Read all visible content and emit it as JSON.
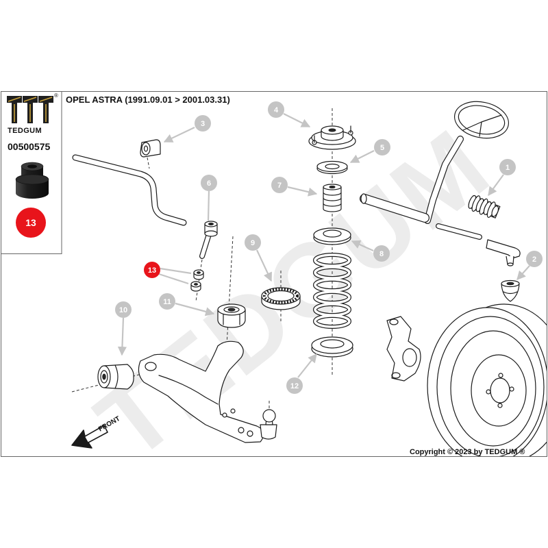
{
  "logo": {
    "wordmark": "TEDGUM",
    "registered": "®"
  },
  "product": {
    "part_number": "00500575",
    "callout": "13"
  },
  "title": "OPEL ASTRA (1991.09.01 > 2001.03.31)",
  "watermark": "TEDGUM",
  "callouts": [
    {
      "label": "1"
    },
    {
      "label": "2"
    },
    {
      "label": "3"
    },
    {
      "label": "4"
    },
    {
      "label": "5"
    },
    {
      "label": "6"
    },
    {
      "label": "7"
    },
    {
      "label": "8"
    },
    {
      "label": "9"
    },
    {
      "label": "10"
    },
    {
      "label": "11"
    },
    {
      "label": "12"
    }
  ],
  "highlight_callout": {
    "label": "13"
  },
  "front_label": "FRONT",
  "copyright": "Copyright © 2023 by TEDGUM ®",
  "colors": {
    "callout": "#c4c4c4",
    "highlight": "#e8141b",
    "logo_gold": "#c9a23a",
    "line": "#1a1a1a"
  }
}
